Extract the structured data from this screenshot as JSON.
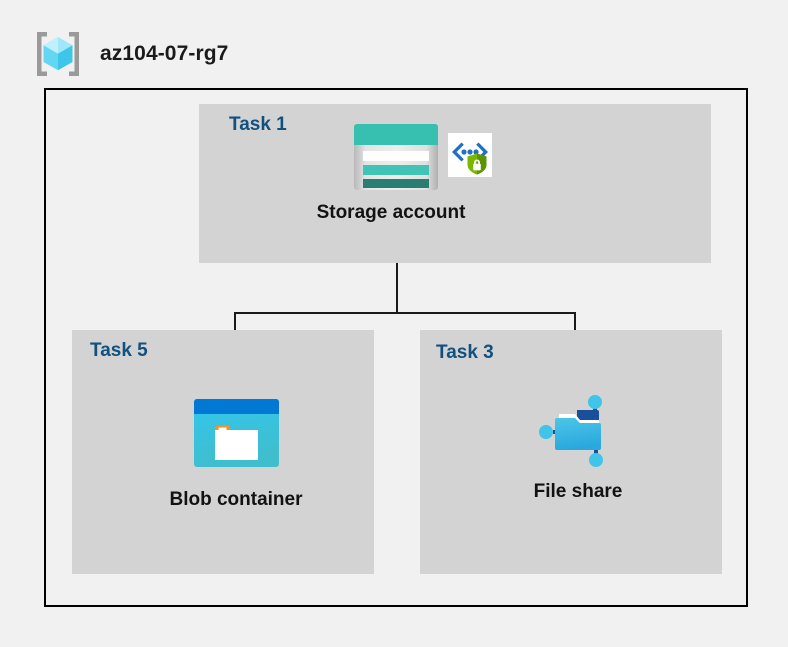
{
  "header": {
    "title": "az104-07-rg7",
    "icon": "resource-group-icon"
  },
  "diagram": {
    "type": "azure-architecture-tree",
    "background_color": "#f1f1f1",
    "box_color": "#d3d3d3",
    "border_color": "#000000",
    "task_label_color": "#11507f",
    "node_label_color": "#121212",
    "nodes": [
      {
        "task": "Task 1",
        "label": "Storage account",
        "icon": "storage-account-icon",
        "badge_icon": "secure-endpoint-shield-icon",
        "level": "parent"
      },
      {
        "task": "Task 5",
        "label": "Blob container",
        "icon": "blob-container-icon",
        "level": "child"
      },
      {
        "task": "Task 3",
        "label": "File share",
        "icon": "file-share-icon",
        "level": "child"
      }
    ],
    "connections": [
      {
        "from": "Storage account",
        "to": "Blob container"
      },
      {
        "from": "Storage account",
        "to": "File share"
      }
    ]
  }
}
